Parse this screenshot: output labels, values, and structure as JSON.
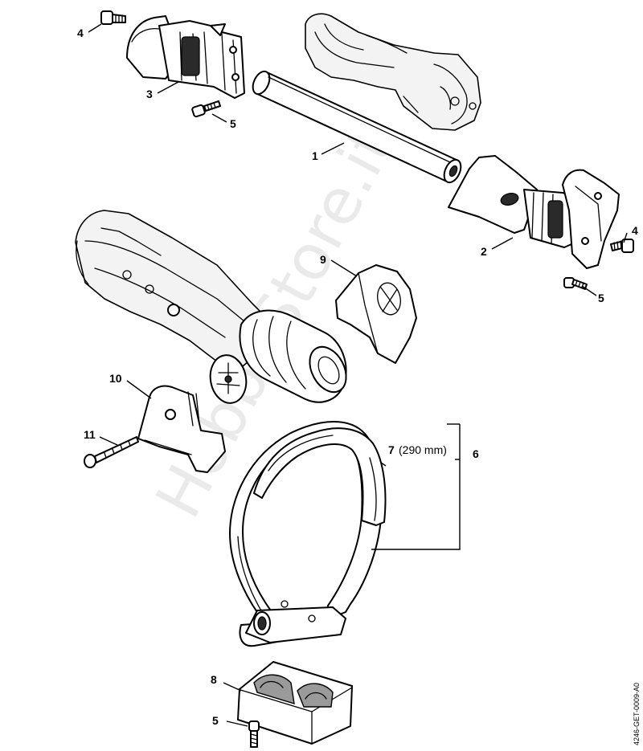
{
  "diagram": {
    "watermark": "HobbyStore.it",
    "drawing_number": "4246-GET-0009-A0",
    "callouts": {
      "c1": "1",
      "c2": "2",
      "c3": "3",
      "c4a": "4",
      "c4b": "4",
      "c5a": "5",
      "c5b": "5",
      "c5c": "5",
      "c6": "6",
      "c7": "7",
      "c7_note": "(290 mm)",
      "c8": "8",
      "c9": "9",
      "c10": "10",
      "c11": "11"
    }
  }
}
